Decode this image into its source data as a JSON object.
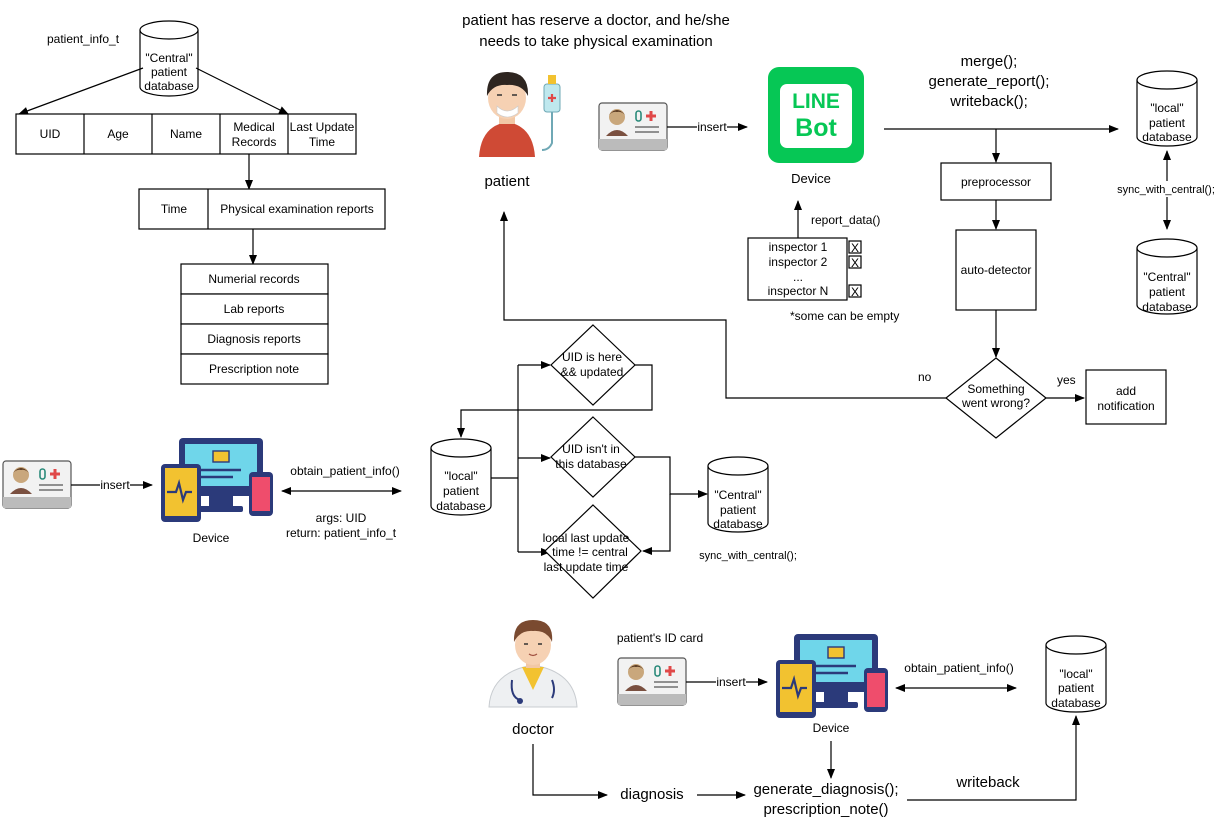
{
  "patient_info_t": {
    "title": "patient_info_t",
    "central_db": [
      "\"Central\"",
      "patient",
      "database"
    ],
    "fields": {
      "uid": "UID",
      "age": "Age",
      "name": "Name",
      "medical_records": [
        "Medical",
        "Records"
      ],
      "last_update_time": [
        "Last Update",
        "Time"
      ]
    },
    "records_row": {
      "time": "Time",
      "reports": "Physical examination reports"
    },
    "report_types": [
      "Numerial records",
      "Lab reports",
      "Diagnosis reports",
      "Prescription note"
    ]
  },
  "patient_flow": {
    "caption": [
      "patient has reserve a doctor, and he/she",
      "needs to take physical examination"
    ],
    "patient_label": "patient",
    "insert_label": "insert",
    "line_bot": {
      "line1": "LINE",
      "line2": "Bot",
      "color": "#06C755"
    },
    "device_label": "Device",
    "report_data": "report_data()",
    "inspectors": [
      "inspector 1",
      "inspector 2",
      "...",
      "inspector N"
    ],
    "check_mark": "X",
    "empty_note": "*some can be empty",
    "calls": [
      "merge();",
      "generate_report();",
      "writeback();"
    ],
    "local_db": [
      "\"local\"",
      "patient",
      "database"
    ],
    "sync_label": "sync_with_central();",
    "central_db": [
      "\"Central\"",
      "patient",
      "database"
    ],
    "preprocessor": "preprocessor",
    "auto_detector": "auto-detector",
    "decision": [
      "Something",
      "went wrong?"
    ],
    "no_label": "no",
    "yes_label": "yes",
    "add_notification": [
      "add",
      "notification"
    ]
  },
  "sync_flow": {
    "insert_label": "insert",
    "device_label": "Device",
    "call": "obtain_patient_info()",
    "args": "args: UID",
    "returns": "return: patient_info_t",
    "local_db": [
      "\"local\"",
      "patient",
      "database"
    ],
    "cond_updated": [
      "UID is here",
      "&& updated"
    ],
    "cond_missing": [
      "UID isn't in",
      "this database"
    ],
    "cond_stale": [
      "local last update",
      "time != central",
      "last update time"
    ],
    "central_db": [
      "\"Central\"",
      "patient",
      "database"
    ],
    "sync_label": "sync_with_central();"
  },
  "doctor_flow": {
    "doctor_label": "doctor",
    "id_card_caption": "patient's ID card",
    "insert_label": "insert",
    "device_label": "Device",
    "call": "obtain_patient_info()",
    "local_db": [
      "\"local\"",
      "patient",
      "database"
    ],
    "diagnosis": "diagnosis",
    "calls": [
      "generate_diagnosis();",
      "prescription_note()"
    ],
    "writeback": "writeback"
  }
}
